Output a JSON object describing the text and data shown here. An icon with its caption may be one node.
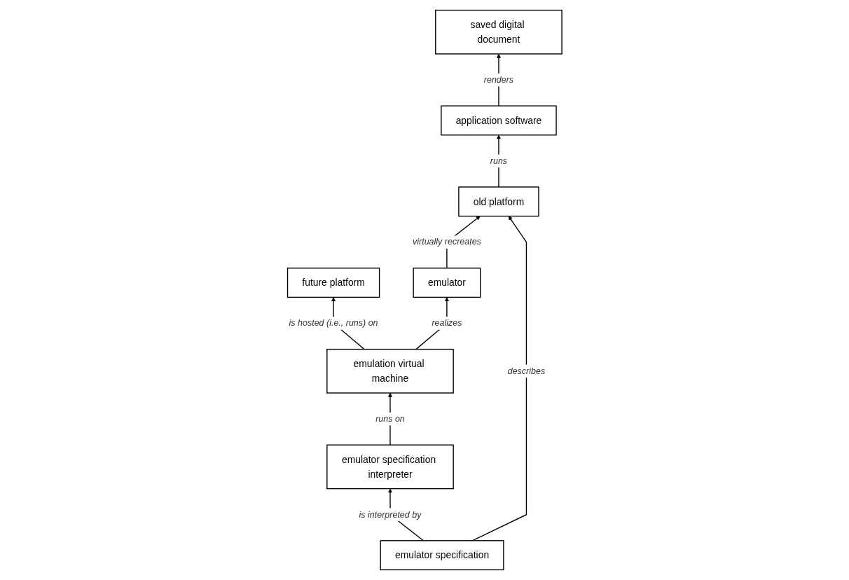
{
  "diagram": {
    "nodes": [
      {
        "text": [
          "future platform"
        ]
      },
      {
        "text": [
          "emulator"
        ]
      },
      {
        "text": [
          "saved digital document"
        ]
      },
      {
        "text": [
          "emulation virtual machine"
        ]
      },
      {
        "text": [
          "emulator specification interpreter"
        ]
      },
      {
        "text": [
          "application software"
        ]
      },
      {
        "text": [
          "emulator specification"
        ]
      },
      {
        "text": [
          "old platform"
        ]
      }
    ],
    "edges": [
      {
        "from": 3,
        "to": 0,
        "arrow": "to",
        "label": "is hosted (i.e., runs) on"
      },
      {
        "from": 3,
        "to": 1,
        "arrow": "to",
        "label": "realizes"
      },
      {
        "from": 1,
        "to": 7,
        "arrow": "to",
        "label": "virtually recreates"
      },
      {
        "from": 5,
        "to": 2,
        "arrow": "to",
        "label": "renders"
      },
      {
        "from": 4,
        "to": 3,
        "arrow": "to",
        "label": "runs on"
      },
      {
        "from": 6,
        "to": 4,
        "arrow": "to",
        "label": "is interpreted by"
      },
      {
        "from": 6,
        "to": 7,
        "arrow": "to",
        "label": "describes"
      },
      {
        "from": 7,
        "to": 5,
        "arrow": "to",
        "label": "runs"
      }
    ]
  }
}
